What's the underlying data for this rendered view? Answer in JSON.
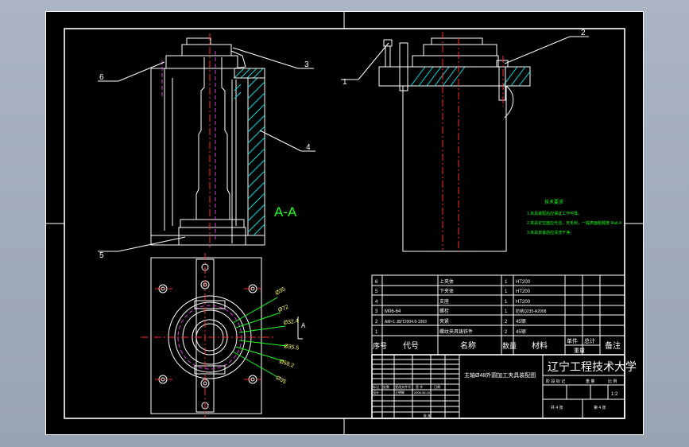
{
  "drawing": {
    "section_label": "A-A",
    "view_marker": "A",
    "balloons": [
      "1",
      "2",
      "3",
      "4",
      "5",
      "6"
    ],
    "dimensions": [
      "Ø35",
      "Ø72",
      "Ø32.4",
      "Ø35.5",
      "Ø58.2",
      "Ø35"
    ],
    "tech_req_title": "技术要求",
    "tech_req_lines": [
      "1.夹具装配后应保证工作可靠。",
      "2.夹具定位面应光洁，无毛刺，一般表面粗糙度 Ra6.4",
      "3.夹具安装前应清洗干净。"
    ]
  },
  "bom": {
    "rows": [
      {
        "no": "6",
        "code": "",
        "name": "上夹体",
        "qty": "1",
        "material": "HT200"
      },
      {
        "no": "5",
        "code": "",
        "name": "下夹体",
        "qty": "1",
        "material": "HT200"
      },
      {
        "no": "4",
        "code": "",
        "name": "支座",
        "qty": "1",
        "material": "HT200"
      },
      {
        "no": "3",
        "code": "M06-64",
        "name": "螺栓",
        "qty": "1",
        "material": "防锈Q235-A2008"
      },
      {
        "no": "2",
        "code": "AM×1 JB/T2004.6-1993",
        "name": "夹紧",
        "qty": "2",
        "material": "45钢"
      },
      {
        "no": "1",
        "code": "",
        "name": "螺纹夹具铸铁件",
        "qty": "2",
        "material": "45钢"
      }
    ],
    "headers": {
      "no": "序号",
      "code": "代号",
      "name": "名称",
      "qty": "数量",
      "material": "材料",
      "single": "单件",
      "total": "总计",
      "weight": "重量",
      "remark": "备注"
    }
  },
  "title_block": {
    "drawing_title": "主轴Ø48外圆加工夹具装配图",
    "university": "辽宁工程技术大学",
    "stage_label": "阶 段 标 记",
    "weight_label": "重 量",
    "scale_label": "比 例",
    "scale": "1:2",
    "sheets_total": "共 4 张",
    "sheet_no": "第 4 张",
    "mark": "标记",
    "count": "处数",
    "change_doc": "更改文件号",
    "sign": "签 字",
    "date_label": "日期",
    "designer": "设计",
    "designer_name": "王明辉",
    "design_date": "2006.06.10",
    "approve": "批 准"
  }
}
